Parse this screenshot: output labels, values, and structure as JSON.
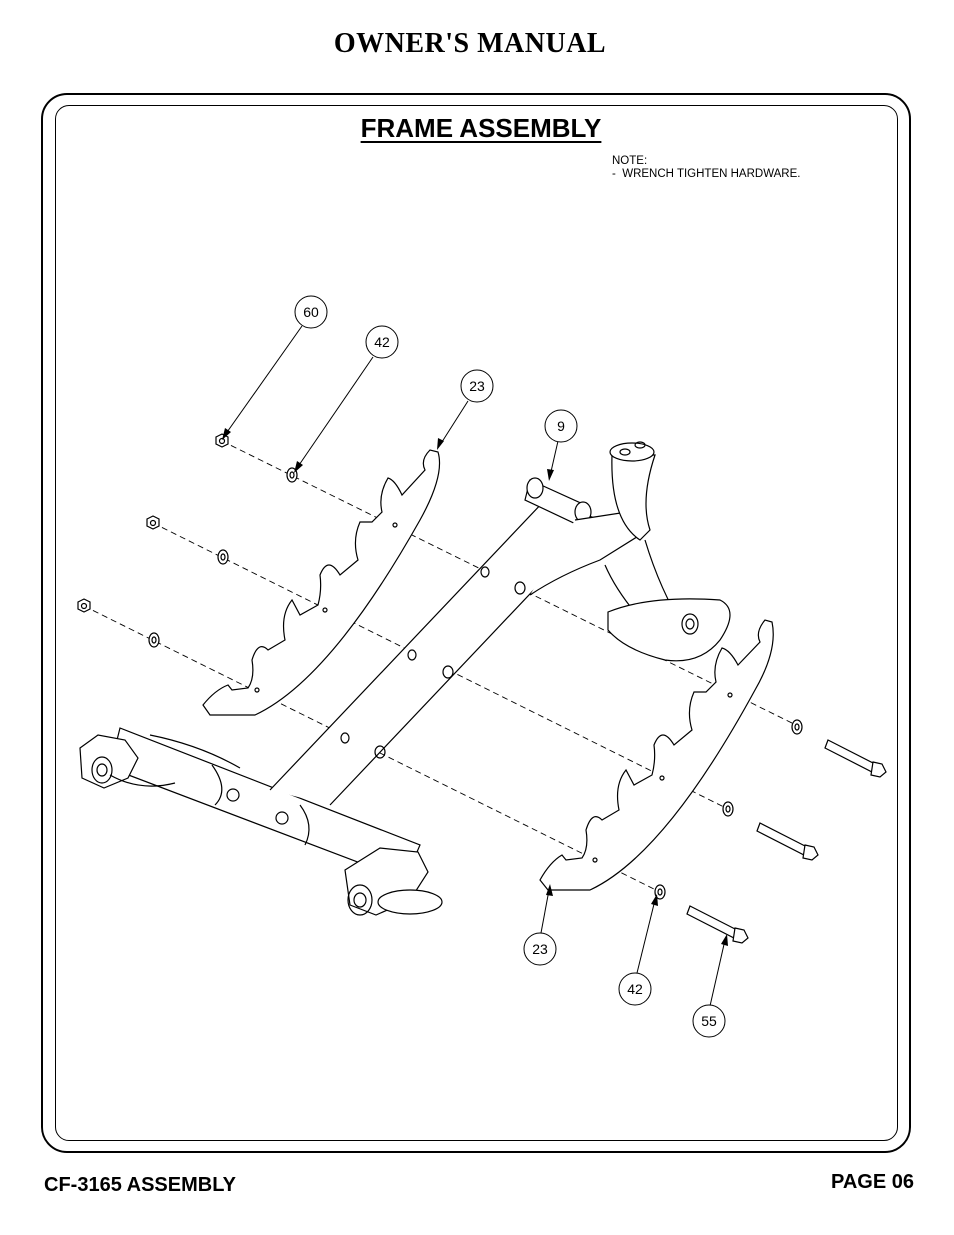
{
  "header": {
    "title": "OWNER'S MANUAL"
  },
  "section": {
    "title": "FRAME ASSEMBLY",
    "note_heading": "NOTE:",
    "note_line": "-  WRENCH TIGHTEN HARDWARE."
  },
  "callouts": [
    {
      "id": "callout-60",
      "label": "60"
    },
    {
      "id": "callout-42-top",
      "label": "42"
    },
    {
      "id": "callout-23-top",
      "label": "23"
    },
    {
      "id": "callout-9",
      "label": "9"
    },
    {
      "id": "callout-23-bottom",
      "label": "23"
    },
    {
      "id": "callout-42-bottom",
      "label": "42"
    },
    {
      "id": "callout-55",
      "label": "55"
    }
  ],
  "footer": {
    "left": "CF-3165 ASSEMBLY",
    "right": "PAGE 06"
  }
}
